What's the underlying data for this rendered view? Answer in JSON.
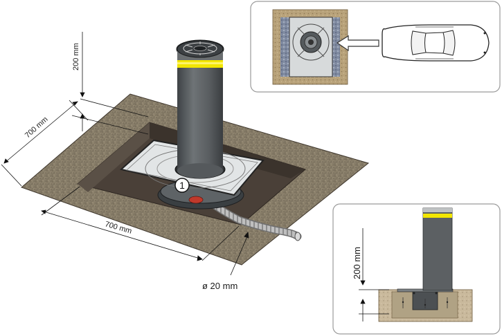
{
  "dimensions": {
    "height_top": "200 mm",
    "width_left": "700 mm",
    "width_front": "700 mm",
    "conduit": "ø 20 mm",
    "height_detail": "200 mm"
  },
  "callout": {
    "number": "1"
  },
  "colors": {
    "ground": "#8a7f6a",
    "pit": "#4a4038",
    "bollard": "#5c6063",
    "yellow_band": "#f2e600",
    "plate": "#d9dcdc",
    "panel_border": "#9a9a9a"
  },
  "icons": {
    "car": "car-topview-icon",
    "arrow": "arrow-left-icon"
  }
}
